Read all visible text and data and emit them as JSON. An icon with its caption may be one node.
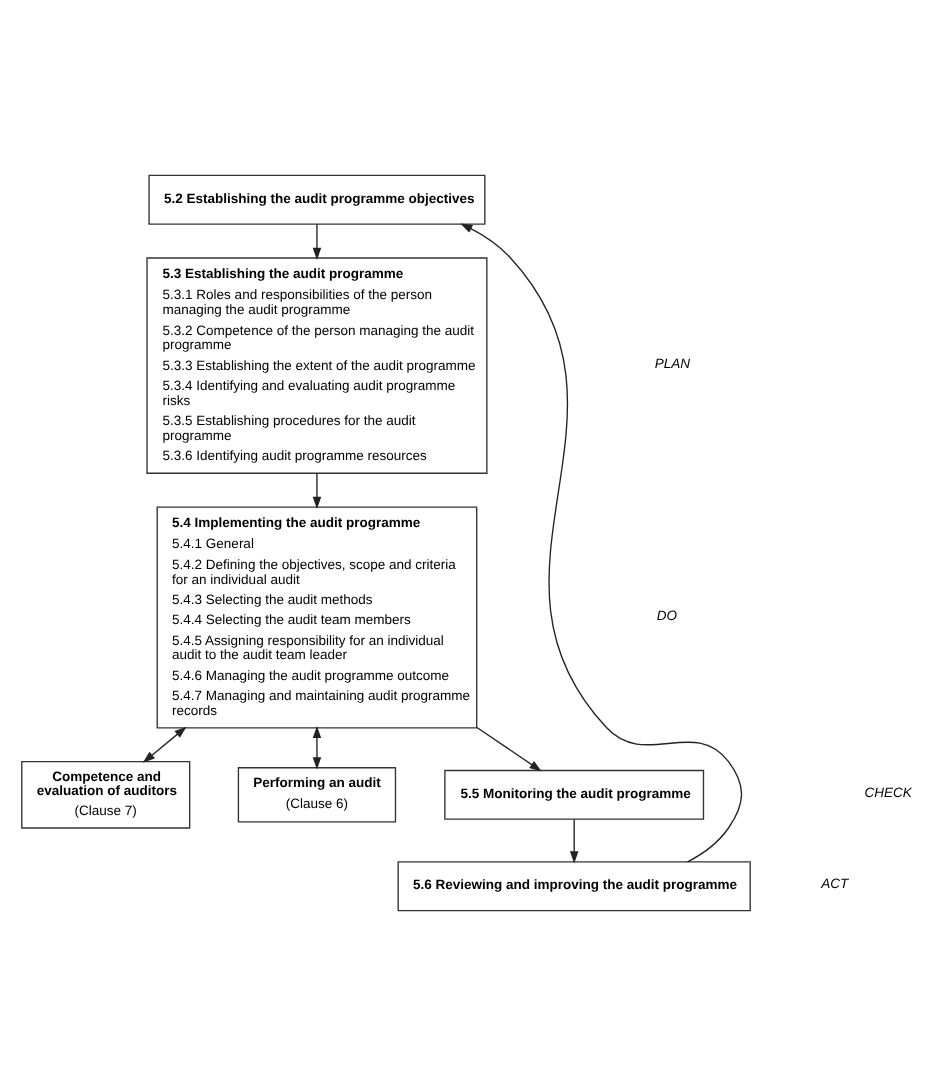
{
  "diagram": {
    "nodes": [
      {
        "text": [
          "5.2 Establishing the audit programme objectives"
        ]
      },
      {
        "text": [
          "5.3 Establishing the audit programme",
          "5.3.1 Roles and responsibilities of the person managing the audit programme",
          "5.3.2 Competence of the person managing the audit programme",
          "5.3.3 Establishing the extent of the audit programme",
          "5.3.4 Identifying and evaluating audit programme risks",
          "5.3.5 Establishing procedures for the audit programme",
          "5.3.6 Identifying audit programme resources"
        ]
      },
      {
        "text": [
          "5.4 Implementing the audit programme",
          "5.4.1 General",
          "5.4.2 Defining the objectives, scope and criteria for an individual audit",
          "5.4.3 Selecting the audit methods",
          "5.4.4 Selecting the audit team members",
          "5.4.5 Assigning responsibility for an individual audit to the audit team leader",
          "5.4.6 Managing the audit programme outcome",
          "5.4.7 Managing and maintaining audit programme records"
        ]
      },
      {
        "text": [
          "Competence and evaluation of auditors",
          "(Clause 7)"
        ]
      },
      {
        "text": [
          "Performing an audit",
          "(Clause 6)"
        ]
      },
      {
        "text": [
          "5.5 Monitoring the audit programme"
        ]
      },
      {
        "text": [
          "5.6 Reviewing and improving the audit programme"
        ]
      }
    ],
    "edges": [
      {
        "from": 0,
        "to": 1,
        "arrow": "to"
      },
      {
        "from": 1,
        "to": 2,
        "arrow": "to"
      },
      {
        "from": 2,
        "to": 3,
        "arrow": "both"
      },
      {
        "from": 2,
        "to": 4,
        "arrow": "both"
      },
      {
        "from": 2,
        "to": 5,
        "arrow": "to"
      },
      {
        "from": 5,
        "to": 6,
        "arrow": "to"
      },
      {
        "from": 6,
        "to": 0,
        "arrow": "to"
      }
    ],
    "labels": [
      "PLAN",
      "DO",
      "CHECK",
      "ACT"
    ]
  }
}
